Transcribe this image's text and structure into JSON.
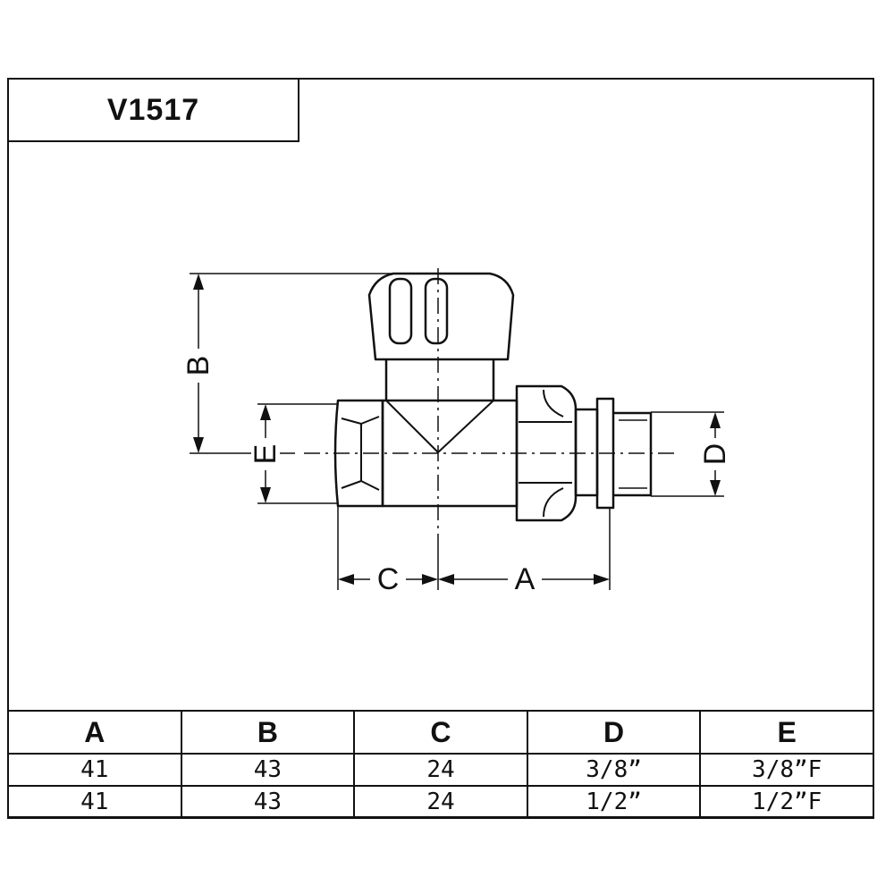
{
  "model": "V1517",
  "dimension_labels": {
    "a": "A",
    "b": "B",
    "c": "C",
    "d": "D",
    "e": "E"
  },
  "table": {
    "headers": [
      "A",
      "B",
      "C",
      "D",
      "E"
    ],
    "rows": [
      [
        "41",
        "43",
        "24",
        "3/8”",
        "3/8”F"
      ],
      [
        "41",
        "43",
        "24",
        "1/2”",
        "1/2”F"
      ]
    ]
  }
}
